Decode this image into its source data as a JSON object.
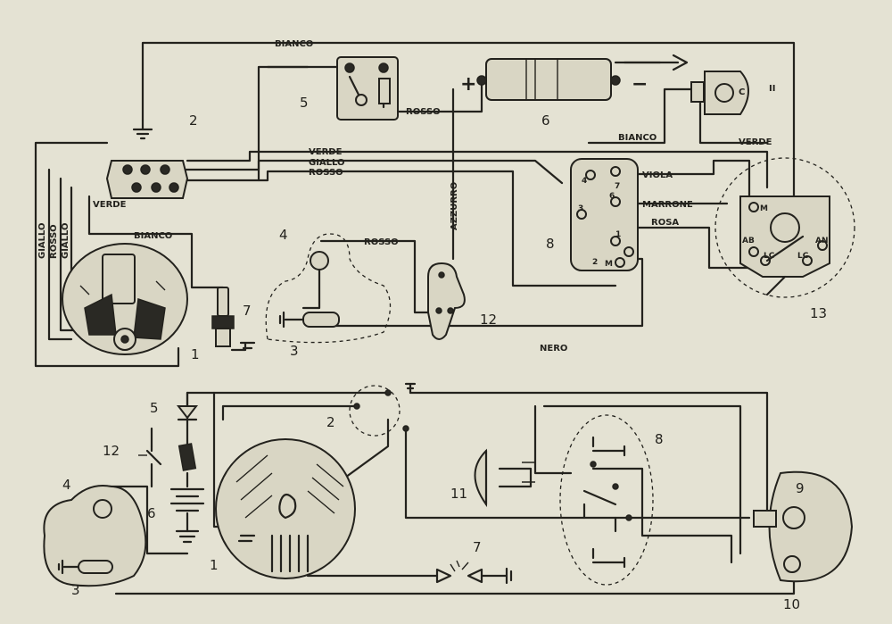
{
  "wires": {
    "bianco": "BIANCO",
    "rosso": "ROSSO",
    "verde": "VERDE",
    "giallo": "GIALLO",
    "azzurro": "AZZURRO",
    "viola": "VIOLA",
    "marrone": "MARRONE",
    "rosa": "ROSA",
    "nero": "NERO"
  },
  "battery": {
    "plus": "+",
    "minus": "−"
  },
  "switch_terminals": {
    "t1": "1",
    "t2": "2",
    "t3": "3",
    "t4": "4",
    "t6": "6",
    "t7": "7",
    "m": "M"
  },
  "headlight_terminals": {
    "m": "M",
    "ab": "AB",
    "an": "AN",
    "lc1": "LC",
    "lc2": "LC"
  },
  "horn": {
    "c": "C",
    "ii": "II"
  },
  "numbers": {
    "n1": "1",
    "n2": "2",
    "n3": "3",
    "n4": "4",
    "n5": "5",
    "n6": "6",
    "n7": "7",
    "n8": "8",
    "n9": "9",
    "n10": "10",
    "n11": "11",
    "n12": "12",
    "n13": "13"
  }
}
